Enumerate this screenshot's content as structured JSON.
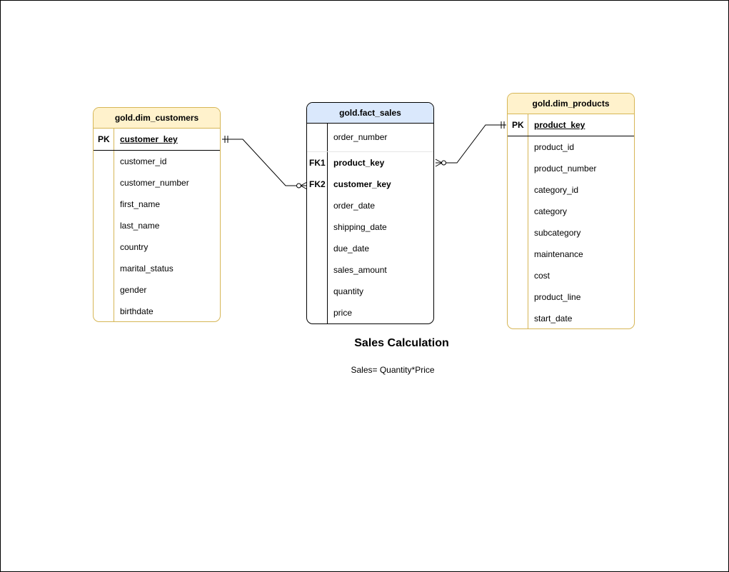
{
  "customers": {
    "title": "gold.dim_customers",
    "pk_label": "PK",
    "pk_field": "customer_key",
    "fields": [
      "customer_id",
      "customer_number",
      "first_name",
      "last_name",
      "country",
      "marital_status",
      "gender",
      "birthdate"
    ]
  },
  "fact_sales": {
    "title": "gold.fact_sales",
    "first_field": "order_number",
    "fk1_label": "FK1",
    "fk1_field": "product_key",
    "fk2_label": "FK2",
    "fk2_field": "customer_key",
    "fields": [
      "order_date",
      "shipping_date",
      "due_date",
      "sales_amount",
      "quantity",
      "price"
    ]
  },
  "products": {
    "title": "gold.dim_products",
    "pk_label": "PK",
    "pk_field": "product_key",
    "fields": [
      "product_id",
      "product_number",
      "category_id",
      "category",
      "subcategory",
      "maintenance",
      "cost",
      "product_line",
      "start_date"
    ]
  },
  "caption": {
    "title": "Sales Calculation",
    "formula": "Sales= Quantity*Price"
  },
  "relationships": [
    {
      "from": "gold.dim_customers.customer_key",
      "to": "gold.fact_sales.customer_key",
      "cardinality": "one-to-zero-or-many"
    },
    {
      "from": "gold.dim_products.product_key",
      "to": "gold.fact_sales.product_key",
      "cardinality": "one-to-zero-or-many"
    }
  ],
  "colors": {
    "dim_header": "#fff2cc",
    "dim_border": "#d6b656",
    "fact_header": "#dae8fc",
    "fact_border": "#000000"
  }
}
